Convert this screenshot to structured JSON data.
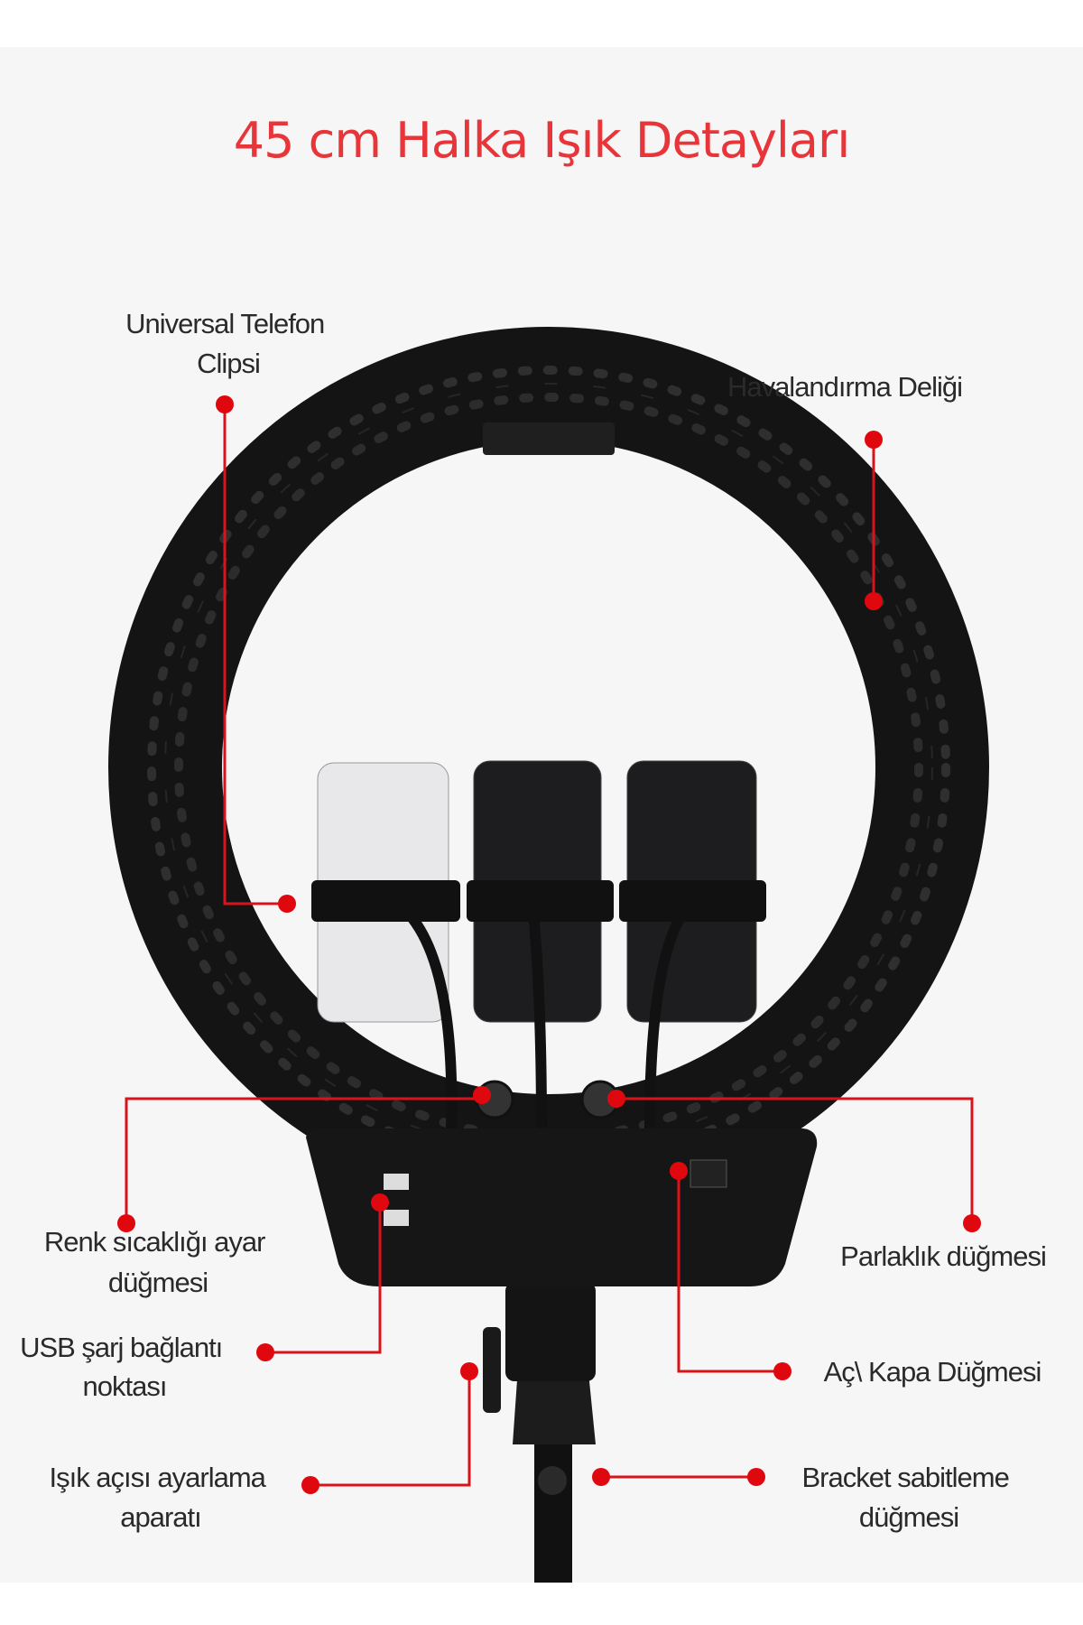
{
  "title": "45 cm Halka Işık Detayları",
  "labels": {
    "phone_clip": [
      "Universal Telefon",
      "Clipsi"
    ],
    "vent": [
      "Havalandırma Deliği"
    ],
    "color_temp": [
      "Renk sıcaklığı ayar",
      "düğmesi"
    ],
    "brightness": [
      "Parlaklık düğmesi"
    ],
    "usb": [
      "USB şarj bağlantı",
      "noktası"
    ],
    "power": [
      "Aç\\ Kapa Düğmesi"
    ],
    "angle": [
      "Işık açısı ayarlama",
      "aparatı"
    ],
    "bracket": [
      "Bracket sabitleme",
      "düğmesi"
    ]
  },
  "colors": {
    "accent": "#e0080f",
    "title": "#e8353a",
    "device": "#151515"
  }
}
